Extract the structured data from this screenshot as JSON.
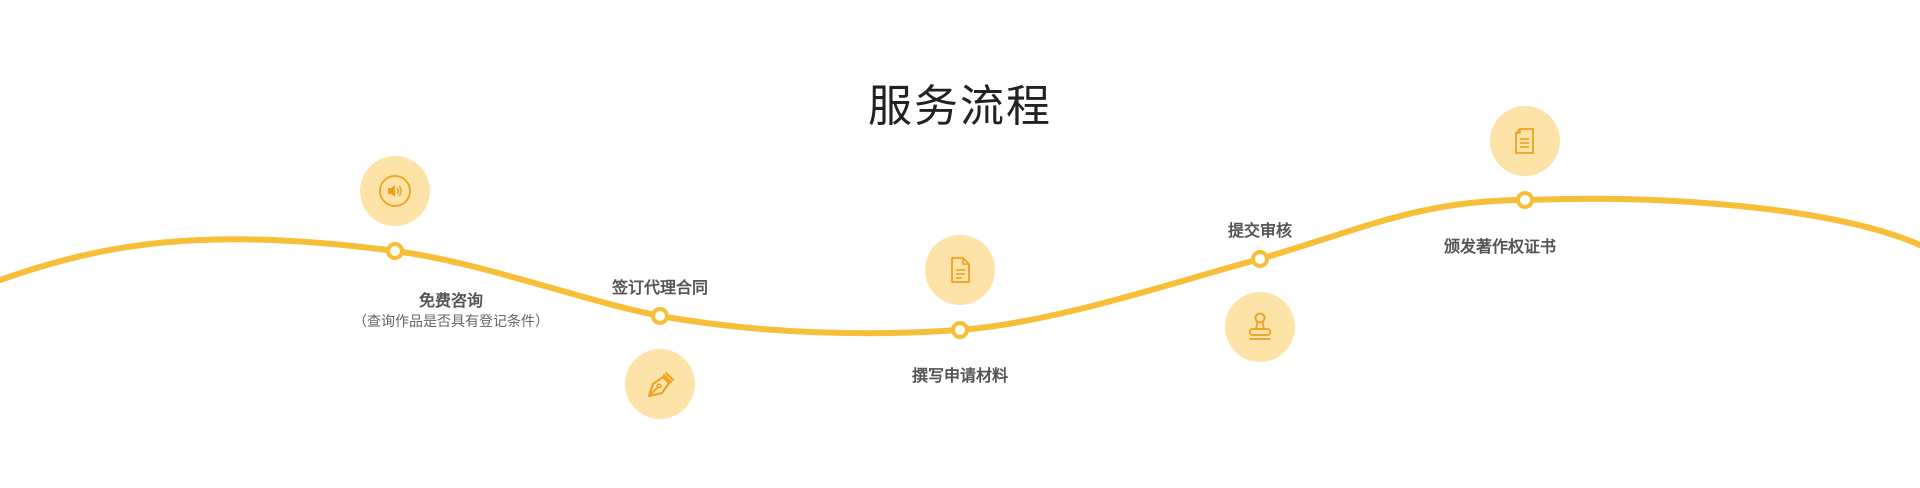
{
  "title": "服务流程",
  "colors": {
    "curve": "#f7be38",
    "icon_bg": "#fde3a7",
    "icon_stroke": "#f0a020",
    "label": "#555555"
  },
  "steps": [
    {
      "label": "免费咨询",
      "sublabel": "（查询作品是否具有登记条件）",
      "icon": "speaker-icon"
    },
    {
      "label": "签订代理合同",
      "icon": "pen-nib-icon"
    },
    {
      "label": "撰写申请材料",
      "icon": "document-icon"
    },
    {
      "label": "提交审核",
      "icon": "stamp-icon"
    },
    {
      "label": "颁发著作权证书",
      "icon": "certificate-icon"
    }
  ]
}
